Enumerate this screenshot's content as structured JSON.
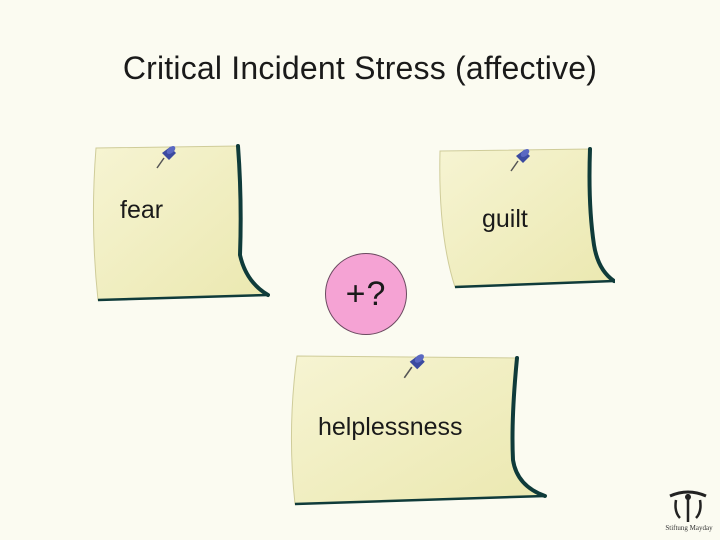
{
  "slide": {
    "title": "Critical Incident Stress (affective)",
    "notes": [
      {
        "label": "fear"
      },
      {
        "label": "guilt"
      },
      {
        "label": "helplessness"
      }
    ],
    "center_badge": {
      "text": "+?"
    },
    "logo": {
      "caption": "Stiftung Mayday"
    }
  },
  "colors": {
    "background": "#fbfbf1",
    "note_fill": "#f2f0c0",
    "note_edge": "#0f3b3a",
    "pin": "#3b4aa0",
    "badge": "#f5a3d4"
  },
  "icons": [
    "pushpin-icon",
    "logo-mark-icon"
  ]
}
